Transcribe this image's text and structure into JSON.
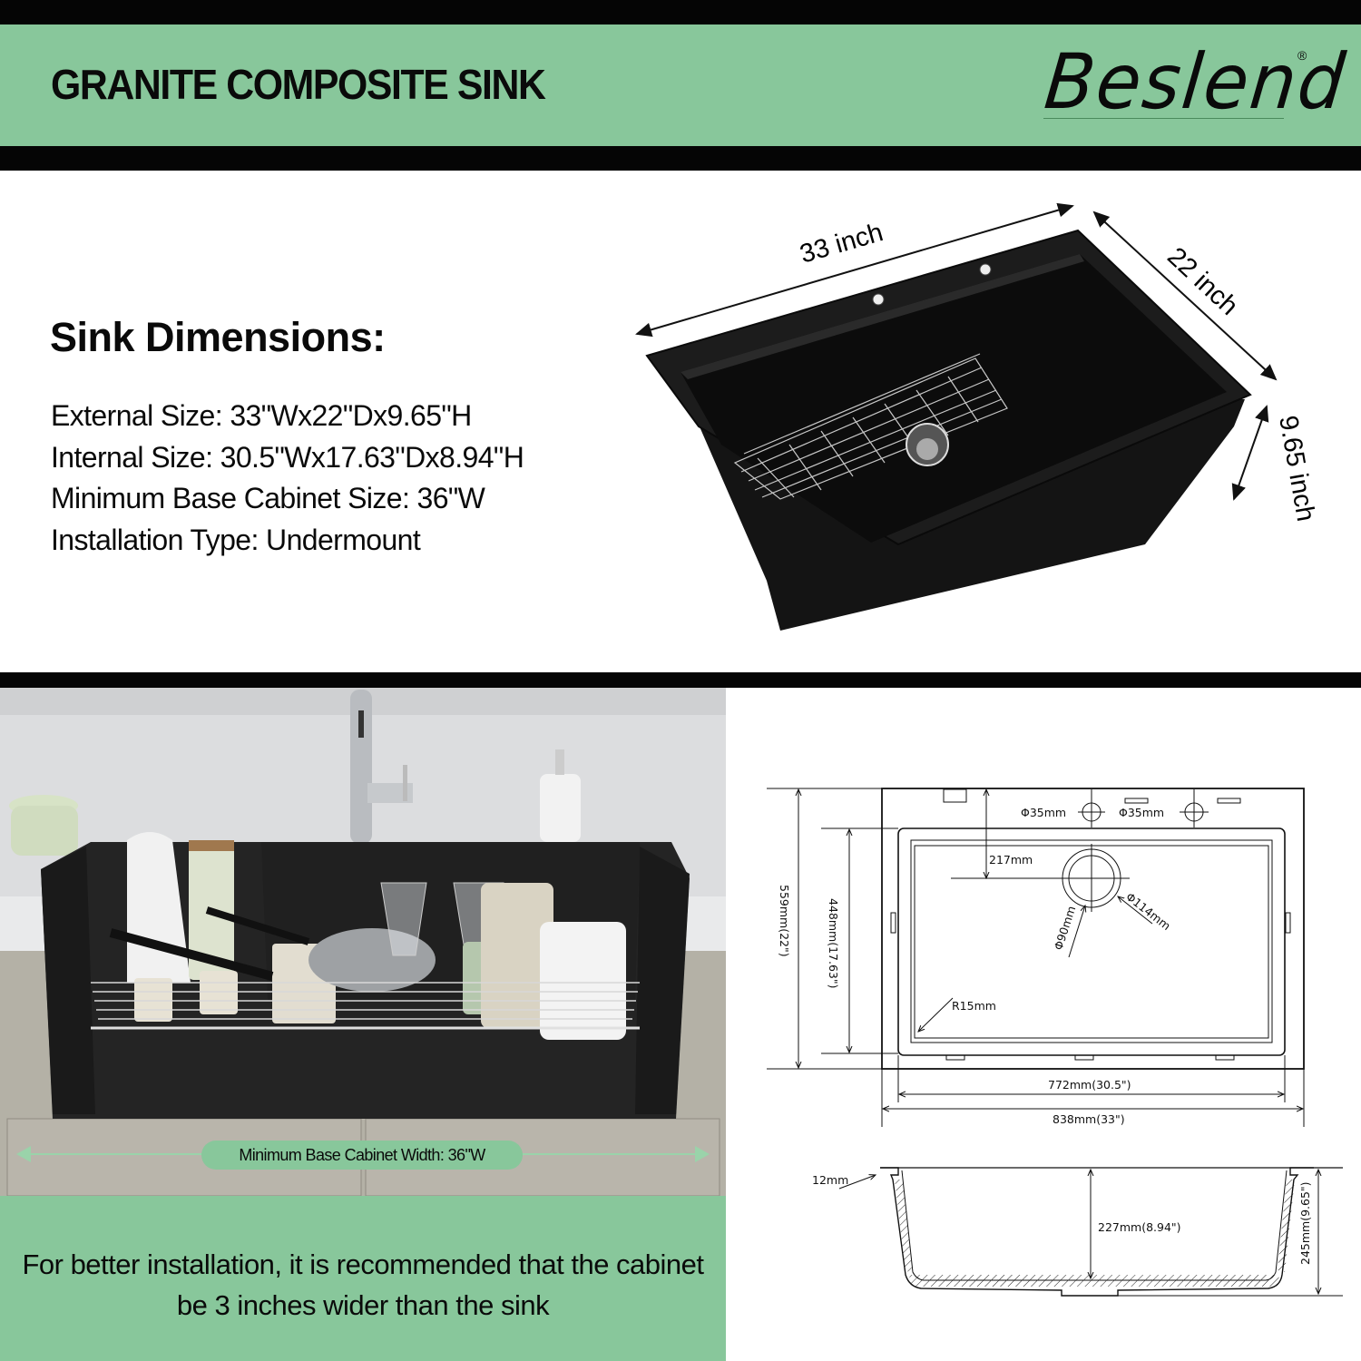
{
  "header": {
    "title": "GRANITE COMPOSITE SINK",
    "brand": "Beslend",
    "registered_mark": "®",
    "colors": {
      "band": "#88c79b",
      "bars": "#050505"
    }
  },
  "dimensions": {
    "heading": "Sink Dimensions:",
    "specs": [
      {
        "label": "External Size",
        "value": "33\"Wx22\"Dx9.65\"H",
        "text": "External Size: 33\"Wx22\"Dx9.65\"H"
      },
      {
        "label": "Internal Size",
        "value": "30.5\"Wx17.63\"Dx8.94\"H",
        "text": "Internal Size: 30.5\"Wx17.63\"Dx8.94\"H"
      },
      {
        "label": "Minimum Base Cabinet Size",
        "value": "36\"W",
        "text": "Minimum Base Cabinet Size: 36\"W"
      },
      {
        "label": "Installation Type",
        "value": "Undermount",
        "text": "Installation Type: Undermount"
      }
    ]
  },
  "product_3d": {
    "width_label": "33 inch",
    "depth_label": "22 inch",
    "height_label": "9.65 inch"
  },
  "installation_photo": {
    "cabinet_width_label": "Minimum Base Cabinet Width: 36\"W",
    "recommendation": "For better installation, it is recommended that the cabinet be 3 inches wider than the sink"
  },
  "technical_drawing": {
    "top_view": {
      "faucet_hole_1": "Φ35mm",
      "faucet_hole_2": "Φ35mm",
      "drain_offset": "217mm",
      "drain_outer": "Φ114mm",
      "drain_inner": "Φ90mm",
      "corner_radius": "R15mm",
      "outer_depth": "559mm(22\")",
      "inner_depth": "448mm(17.63\")",
      "inner_width": "772mm(30.5\")",
      "outer_width": "838mm(33\")"
    },
    "side_view": {
      "rim_thickness": "12mm",
      "inner_height": "227mm(8.94\")",
      "outer_height": "245mm(9.65\")"
    }
  }
}
